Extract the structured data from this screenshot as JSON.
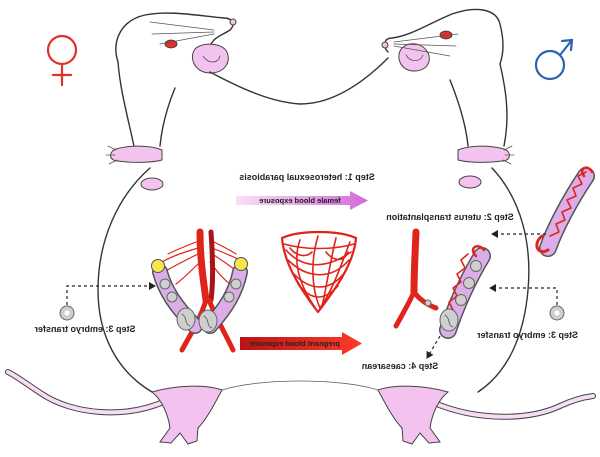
{
  "labels": {
    "step1": "Step 1: heterosexual parabiosis",
    "female_blood": "female blood exposure",
    "step2": "Step 2: uterus transplantation",
    "step3_left": "Step 3: embryo transfer",
    "pregnant_blood": "pregnant blood exposure",
    "step3_right": "Step 3: embryo transfer",
    "step4": "Step 4: caesarean"
  },
  "icons": {
    "female": "female-symbol",
    "male": "male-symbol"
  },
  "colors": {
    "female": "#e1302b",
    "male": "#2b63b3",
    "pink": "#f3c2ef",
    "tail": "#f8dcf5",
    "eye": "#e0302a",
    "vessel": "#e0241c",
    "vessel_dark": "#a81616",
    "uterus": "#dcaee9",
    "ovary": "#f4e94a",
    "embryo": "#cfcfcf",
    "female_arrow_start": "#f9e0f6",
    "female_arrow_end": "#d46ad9",
    "pregnant_arrow_start": "#b81414",
    "pregnant_arrow_end": "#ff3a2a"
  }
}
